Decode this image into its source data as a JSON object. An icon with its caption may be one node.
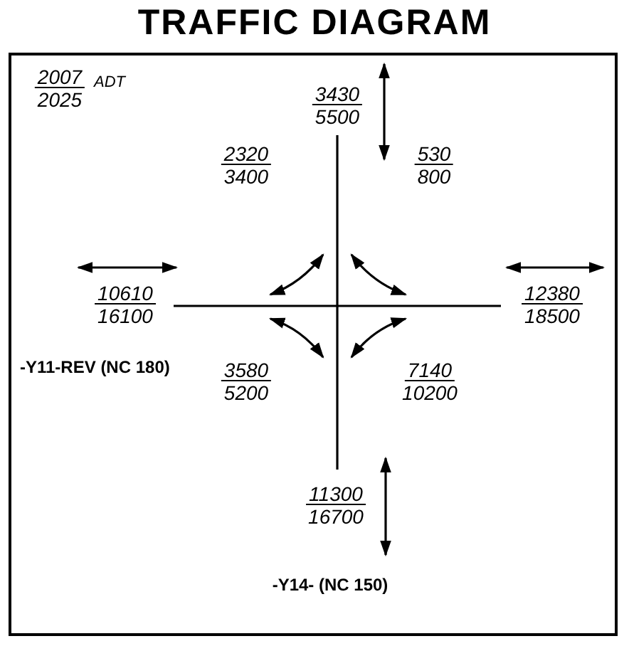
{
  "diagram": {
    "title": "TRAFFIC DIAGRAM",
    "labels": [
      "2007",
      "2025",
      "ADT",
      "3430",
      "5500",
      "2320",
      "3400",
      "530",
      "800",
      "10610",
      "16100",
      "12380",
      "18500",
      "-Y11-REV (NC 180)",
      "3580",
      "5200",
      "7140",
      "10200",
      "11300",
      "16700",
      "-Y14- (NC 150)"
    ]
  }
}
